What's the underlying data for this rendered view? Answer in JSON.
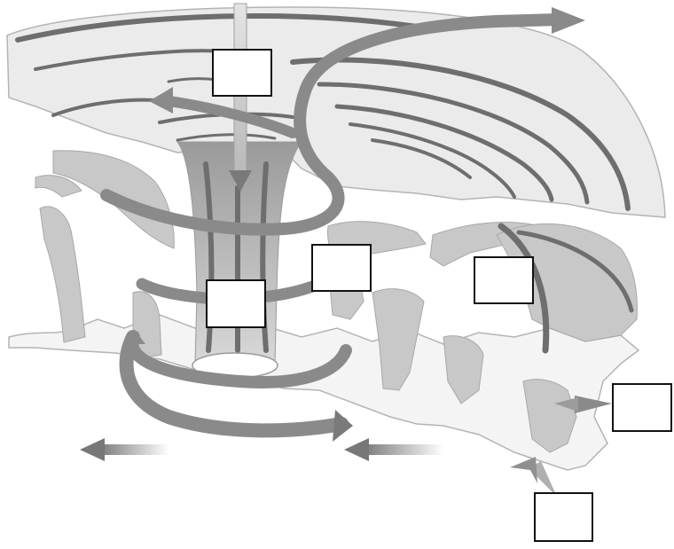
{
  "diagram": {
    "description_labels": [
      "",
      "",
      "",
      "",
      "",
      ""
    ],
    "colors": {
      "cloud_fill": "#e9e9e9",
      "cloud_edge": "#b4b4b4",
      "shade_fill": "#c4c4c4",
      "band_dark": "#6e6e6e",
      "arrow_gray": "#8a8a8a",
      "box_border": "#111111"
    },
    "icons": [
      "downdraft-arrow",
      "outflow-arrow",
      "inflow-arrow",
      "spiral-arrow"
    ]
  }
}
